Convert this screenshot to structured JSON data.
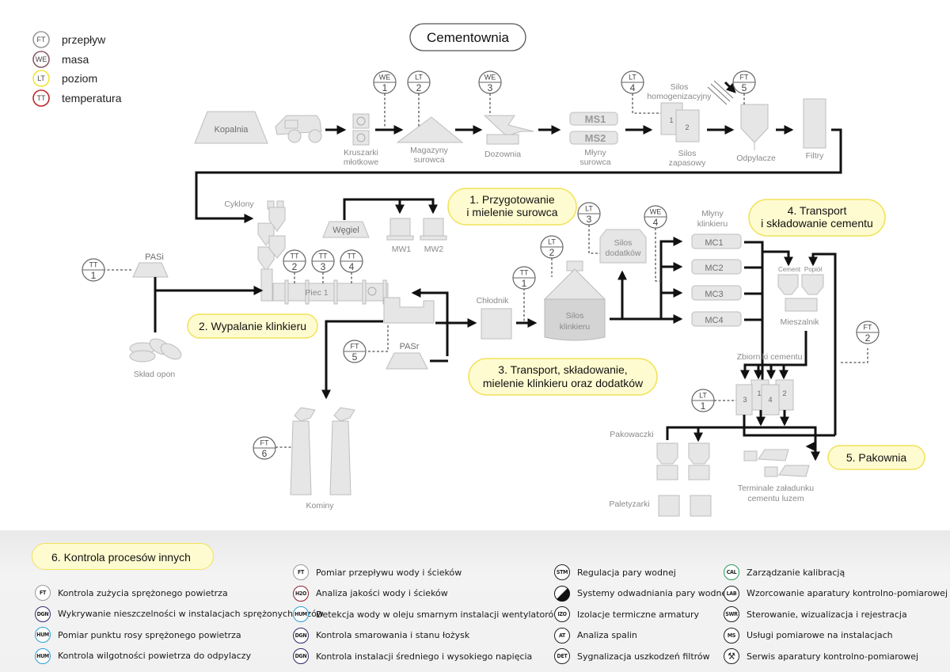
{
  "title": "Cementownia",
  "legend": [
    {
      "code": "FT",
      "label": "przepływ",
      "color": "#9a9a9a"
    },
    {
      "code": "WE",
      "label": "masa",
      "color": "#8a5a68"
    },
    {
      "code": "LT",
      "label": "poziom",
      "color": "#f2e43a"
    },
    {
      "code": "TT",
      "label": "temperatura",
      "color": "#c0282a"
    }
  ],
  "equipment": {
    "kopalnia": "Kopalnia",
    "kruszarki": [
      "Kruszarki",
      "młotkowe"
    ],
    "magazyny": [
      "Magazyny",
      "surowca"
    ],
    "dozownia": "Dozownia",
    "mlyny_surowca": [
      "Młyny",
      "surowca"
    ],
    "ms1": "MS1",
    "ms2": "MS2",
    "silos_homog": [
      "Silos",
      "homogenizacyjny"
    ],
    "silos_1": "1",
    "silos_2": "2",
    "silos_zapasowy": [
      "Silos",
      "zapasowy"
    ],
    "odpylacze": "Odpylacze",
    "filtry": "Filtry",
    "cyklony": "Cyklony",
    "wegiel": "Węgiel",
    "mw1": "MW1",
    "mw2": "MW2",
    "pasi": "PASi",
    "piec": "Piec 1",
    "sklad_opon": "Skład opon",
    "pasr": "PASr",
    "chlodnik": "Chłodnik",
    "silos_klinkieru": [
      "Silos",
      "klinkieru"
    ],
    "silos_dodatkow": [
      "Silos",
      "dodatków"
    ],
    "mlyny_klinkieru": [
      "Młyny",
      "klinkieru"
    ],
    "mc": [
      "MC1",
      "MC2",
      "MC3",
      "MC4"
    ],
    "cement": "Cement",
    "popiol": "Popiół",
    "mieszalnik": "Mieszalnik",
    "zbiorniki": "Zbiorniki cementu",
    "zbiorniki_nums": [
      "3",
      "1",
      "4",
      "2"
    ],
    "pakowaczki": "Pakowaczki",
    "paletyzarki": "Paletyzarki",
    "terminale": [
      "Terminale załadunku",
      "cementu luzem"
    ],
    "kominy": "Kominy"
  },
  "instruments": [
    {
      "code": "WE",
      "num": "1"
    },
    {
      "code": "LT",
      "num": "2"
    },
    {
      "code": "WE",
      "num": "3"
    },
    {
      "code": "LT",
      "num": "4"
    },
    {
      "code": "FT",
      "num": "5"
    },
    {
      "code": "TT",
      "num": "2"
    },
    {
      "code": "TT",
      "num": "3"
    },
    {
      "code": "TT",
      "num": "4"
    },
    {
      "code": "TT",
      "num": "1"
    },
    {
      "code": "FT",
      "num": "5"
    },
    {
      "code": "TT",
      "num": "1"
    },
    {
      "code": "LT",
      "num": "2"
    },
    {
      "code": "LT",
      "num": "3"
    },
    {
      "code": "WE",
      "num": "4"
    },
    {
      "code": "FT",
      "num": "2"
    },
    {
      "code": "LT",
      "num": "1"
    },
    {
      "code": "FT",
      "num": "6"
    }
  ],
  "sections": [
    [
      "1. Przygotowanie",
      "i mielenie surowca"
    ],
    [
      "2. Wypalanie klinkieru"
    ],
    [
      "3. Transport, składowanie,",
      "mielenie klinkieru oraz dodatków"
    ],
    [
      "4. Transport",
      "i składowanie cementu"
    ],
    [
      "5. Pakownia"
    ]
  ],
  "other_processes": {
    "title": "6. Kontrola procesów innych",
    "columns": [
      [
        {
          "code": "FT",
          "label": "Kontrola zużycia sprężonego powietrza",
          "color": "#9a9a9a"
        },
        {
          "code": "DGN",
          "label": "Wykrywanie nieszczelności w instalacjach sprężonych gazów",
          "color": "#2d2a6e"
        },
        {
          "code": "HUM",
          "label": "Pomiar punktu rosy sprężonego powietrza",
          "color": "#2aa0d8"
        },
        {
          "code": "HUM",
          "label": "Kontrola wilgotności powietrza do odpylaczy",
          "color": "#2aa0d8"
        }
      ],
      [
        {
          "code": "FT",
          "label": "Pomiar przepływu wody i ścieków",
          "color": "#9a9a9a"
        },
        {
          "code": "H2O",
          "label": "Analiza jakości wody i ścieków",
          "color": "#8a1e2e"
        },
        {
          "code": "HUM",
          "label": "Detekcja wody w oleju smarnym instalacji wentylatorów",
          "color": "#2aa0d8"
        },
        {
          "code": "DGN",
          "label": "Kontrola smarowania i stanu łożysk",
          "color": "#2d2a6e"
        },
        {
          "code": "DGN",
          "label": "Kontrola instalacji średniego i wysokiego napięcia",
          "color": "#2d2a6e"
        }
      ],
      [
        {
          "code": "STM",
          "label": "Regulacja pary wodnej",
          "color": "#222222"
        },
        {
          "code": "",
          "icon": "half-filled-circle-icon",
          "label": "Systemy odwadniania pary wodnej",
          "color": "#222222"
        },
        {
          "code": "IZO",
          "label": "Izolacje termiczne armatury",
          "color": "#222222"
        },
        {
          "code": "AT",
          "label": "Analiza spalin",
          "color": "#222222"
        },
        {
          "code": "DET",
          "label": "Sygnalizacja uszkodzeń filtrów",
          "color": "#222222"
        }
      ],
      [
        {
          "code": "CAL",
          "label": "Zarządzanie kalibracją",
          "color": "#2a9a5a"
        },
        {
          "code": "LAB",
          "label": "Wzorcowanie aparatury kontrolno-pomiarowej",
          "color": "#222222"
        },
        {
          "code": "SWR",
          "label": "Sterowanie, wizualizacja i rejestracja",
          "color": "#222222"
        },
        {
          "code": "MS",
          "label": "Usługi pomiarowe na instalacjach",
          "color": "#222222"
        },
        {
          "code": "",
          "icon": "tools-icon",
          "label": "Serwis aparatury kontrolno-pomiarowej",
          "color": "#222222"
        }
      ]
    ]
  }
}
